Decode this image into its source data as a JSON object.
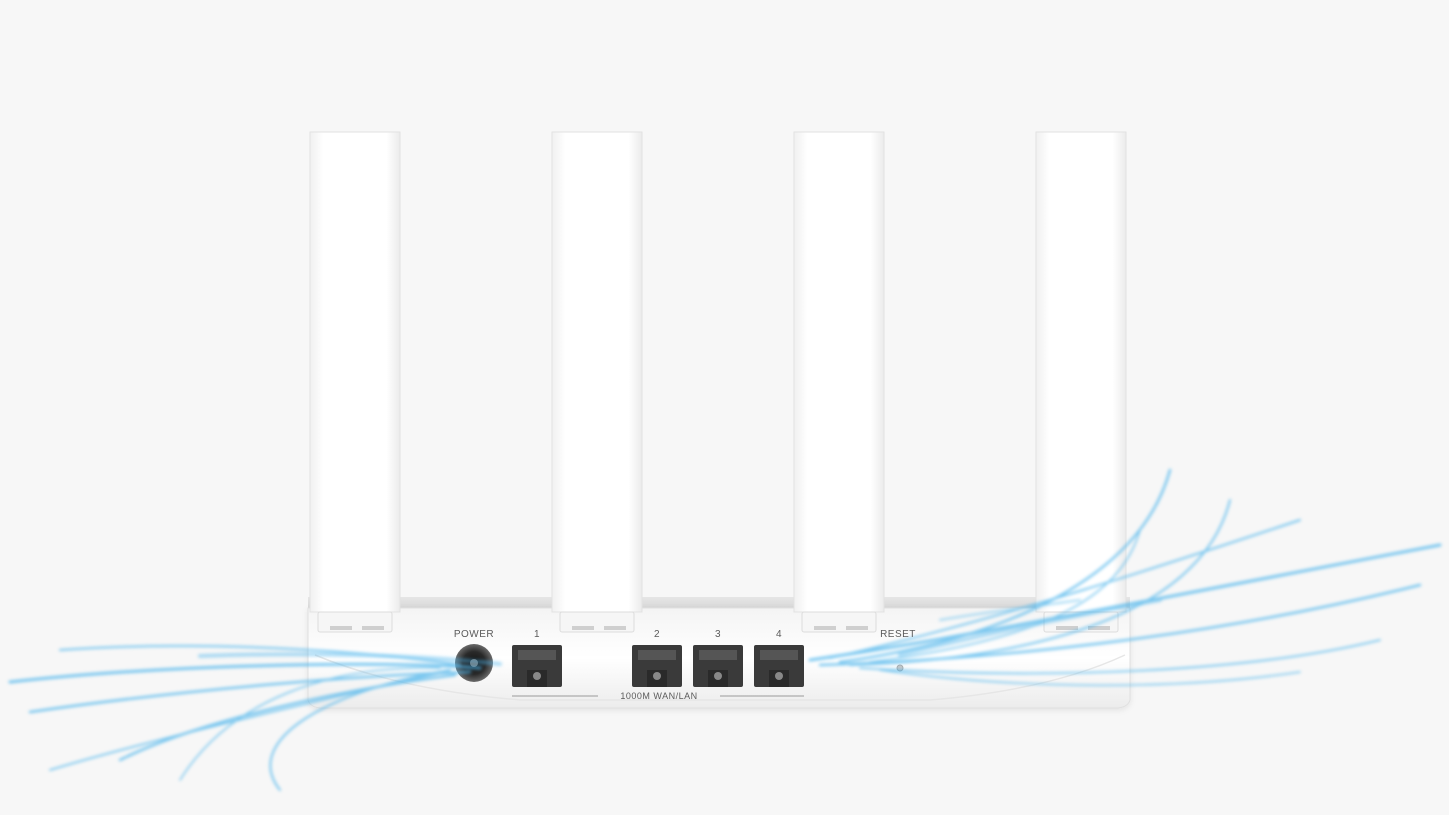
{
  "router": {
    "labels": {
      "power": "POWER",
      "port1": "1",
      "port2": "2",
      "port3": "3",
      "port4": "4",
      "reset": "RESET",
      "wan_lan": "1000M WAN/LAN"
    }
  },
  "colors": {
    "background": "#f7f7f7",
    "body": "#ffffff",
    "port": "#3a3a3a",
    "airflow": "#4fb6ec"
  }
}
